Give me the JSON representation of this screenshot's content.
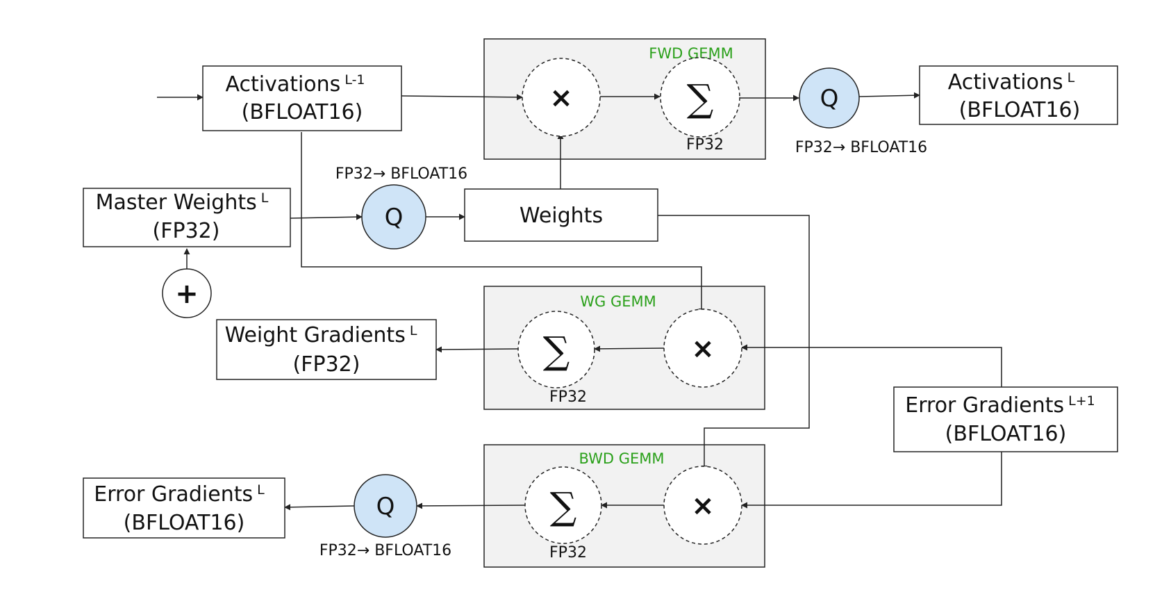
{
  "boxes": {
    "activations_in": {
      "title": "Activations",
      "sup": "L-1",
      "sub": "(BFLOAT16)"
    },
    "activations_out": {
      "title": "Activations",
      "sup": "L",
      "sub": "(BFLOAT16)"
    },
    "master_weights": {
      "title": "Master Weights",
      "sup": "L",
      "sub": "(FP32)"
    },
    "weights": {
      "title": "Weights"
    },
    "weight_gradients": {
      "title": "Weight Gradients",
      "sup": "L",
      "sub": "(FP32)"
    },
    "error_gradients_in": {
      "title": "Error Gradients",
      "sup": "L+1",
      "sub": "(BFLOAT16)"
    },
    "error_gradients_out": {
      "title": "Error Gradients",
      "sup": "L",
      "sub": "(BFLOAT16)"
    }
  },
  "gemms": {
    "fwd": {
      "title": "FWD GEMM",
      "precision": "FP32"
    },
    "wg": {
      "title": "WG GEMM",
      "precision": "FP32"
    },
    "bwd": {
      "title": "BWD GEMM",
      "precision": "FP32"
    }
  },
  "ops": {
    "multiply": "×",
    "sum": "∑",
    "quantize": "Q",
    "add": "+"
  },
  "conversions": {
    "fwd_out": "FP32→ BFLOAT16",
    "weights": "FP32→ BFLOAT16",
    "bwd_out": "FP32→ BFLOAT16"
  },
  "colors": {
    "gemm_fill": "#f2f2f2",
    "q_fill": "#cfe4f7",
    "gemm_title": "#2aa01a",
    "stroke": "#222222"
  }
}
